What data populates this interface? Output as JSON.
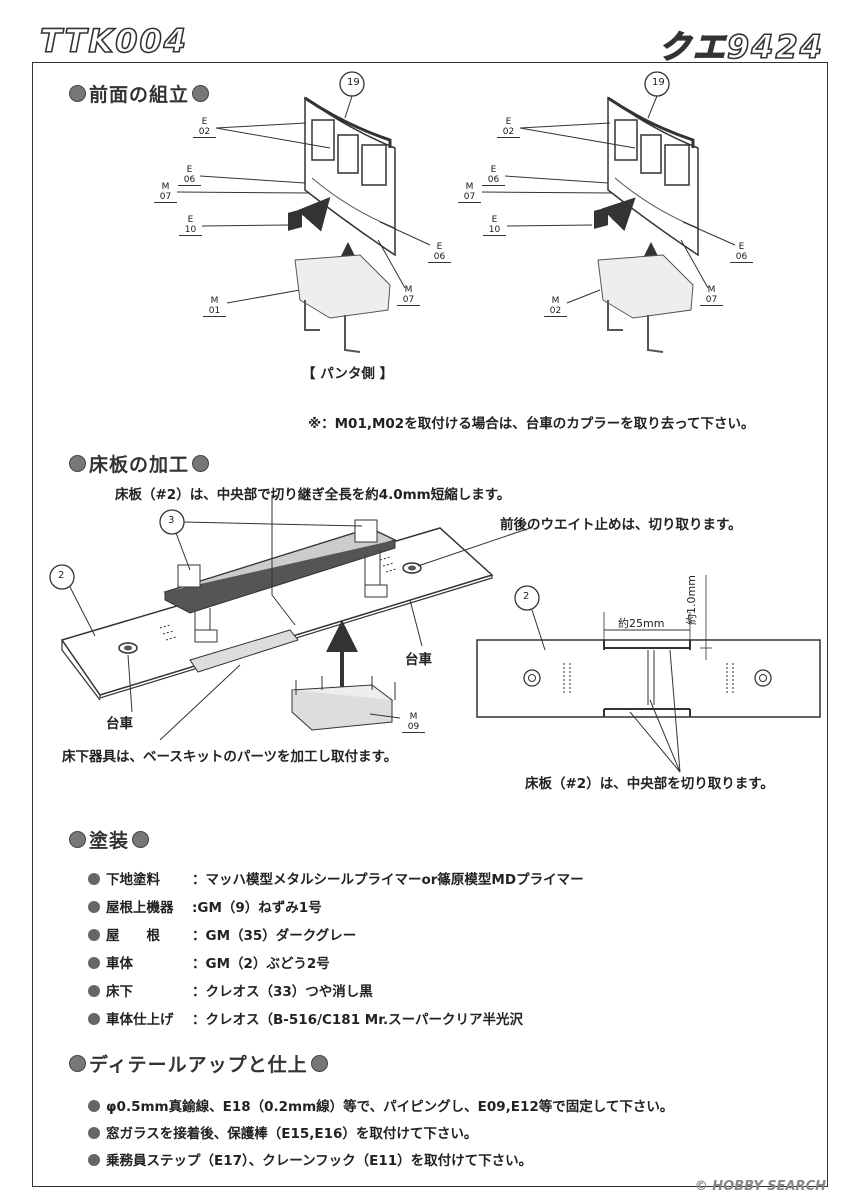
{
  "header": {
    "left": "TTK004",
    "right": "クエ9424"
  },
  "section1": {
    "title": "前面の組立",
    "callout": "19",
    "parts": {
      "e02_top": "E",
      "e02_bot": "02",
      "e06_top": "E",
      "e06_bot": "06",
      "m07_top": "M",
      "m07_bot": "07",
      "e10_top": "E",
      "e10_bot": "10",
      "m01_top": "M",
      "m01_bot": "01",
      "m02_top": "M",
      "m02_bot": "02"
    },
    "panta_label": "【 パンタ側 】",
    "note": "※：M01,M02を取付ける場合は、台車のカプラーを取り去って下さい。"
  },
  "section2": {
    "title": "床板の加工",
    "note_top": "床板（#2）は、中央部で切り継ぎ全長を約4.0mm短縮します。",
    "note_weight": "前後のウエイト止めは、切り取ります。",
    "callout2": "2",
    "callout3": "3",
    "bogie_left": "台車",
    "bogie_right": "台車",
    "m09_top": "M",
    "m09_bot": "09",
    "note_under": "床下器具は、ベースキットのパーツを加工し取付ます。",
    "dim_width": "約25mm",
    "dim_height": "約1.0mm",
    "note_cut": "床板（#2）は、中央部を切り取ります。"
  },
  "section3": {
    "title": "塗装",
    "items": [
      {
        "label": "下地塗料",
        "value": "：マッハ模型メタルシールプライマーor篠原模型MDプライマー"
      },
      {
        "label": "屋根上機器",
        "value": ":GM（9）ねずみ1号"
      },
      {
        "label": "屋　　根",
        "value": "：GM（35）ダークグレー"
      },
      {
        "label": "車体",
        "value": "：GM（2）ぶどう2号"
      },
      {
        "label": "床下",
        "value": "：クレオス（33）つや消し黒"
      },
      {
        "label": "車体仕上げ",
        "value": "：クレオス（B-516/C181 Mr.スーパークリア半光沢"
      }
    ]
  },
  "section4": {
    "title": "ディテールアップと仕上",
    "items": [
      "φ0.5mm真鍮線、E18（0.2mm線）等で、パイピングし、E09,E12等で固定して下さい。",
      "窓ガラスを接着後、保護棒（E15,E16）を取付けて下さい。",
      "乗務員ステップ（E17）、クレーンフック（E11）を取付けて下さい。"
    ]
  },
  "watermark": "© HOBBY SEARCH"
}
